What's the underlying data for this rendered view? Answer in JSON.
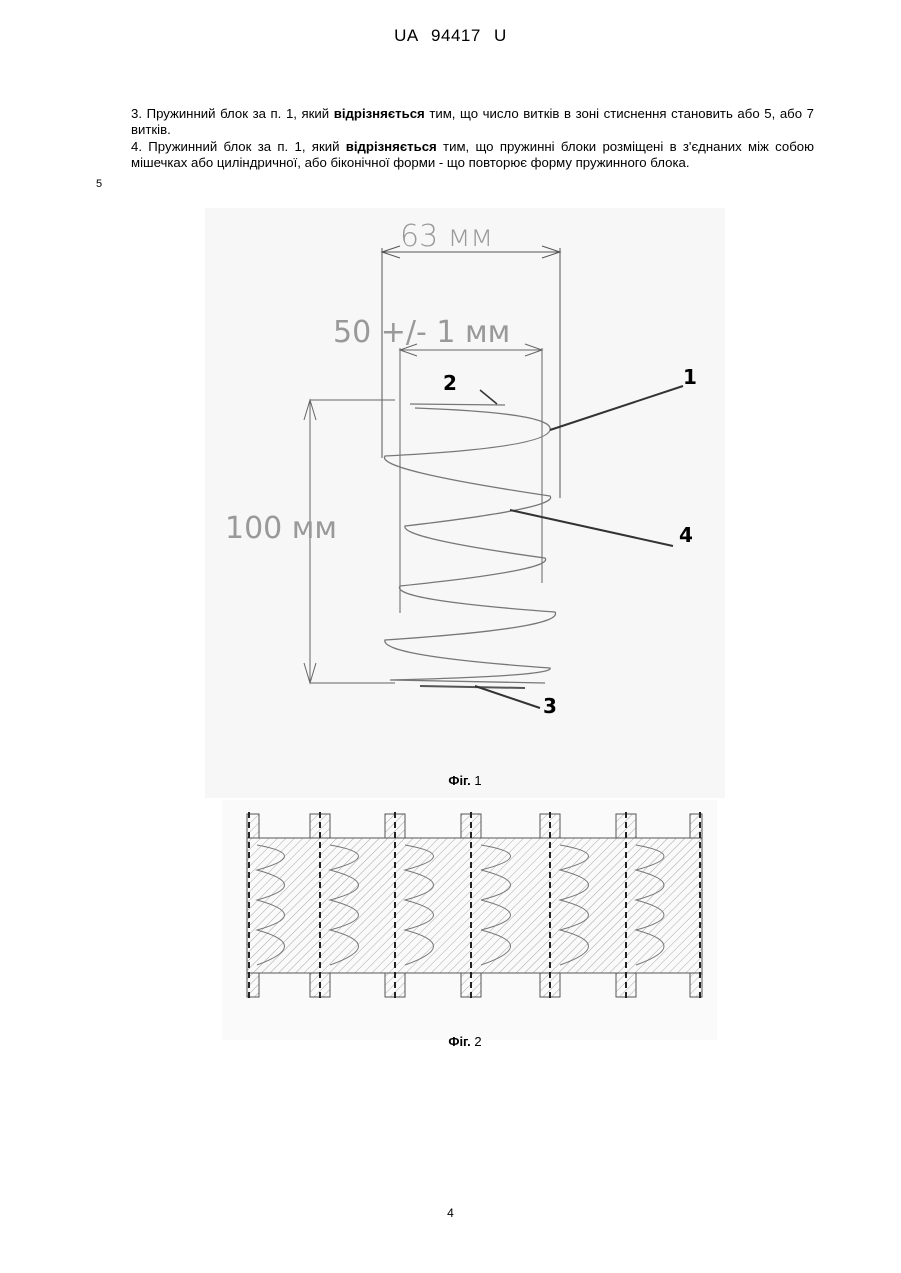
{
  "header": {
    "doc_number": "UA   94417   U"
  },
  "claims": [
    {
      "pre": "3. Пружинний блок за п. 1, який ",
      "bold": "відрізняється",
      "post": " тим, що число витків в зоні стиснення становить або 5, або 7 витків."
    },
    {
      "pre": "4. Пружинний блок за п. 1, який ",
      "bold": "відрізняється",
      "post": " тим, що пружинні блоки розміщені в з'єднаних між собою мішечках або циліндричної, або біконічної форми - що повторює форму пружинного блока."
    }
  ],
  "line_number": "5",
  "figure1": {
    "dim_outer": "63 мм",
    "dim_inner": "50 +/- 1 мм",
    "dim_height": "100 мм",
    "labels": [
      "1",
      "2",
      "3",
      "4"
    ],
    "caption_prefix": "Фіг.",
    "caption_num": "1"
  },
  "figure2": {
    "caption_prefix": "Фіг.",
    "caption_num": "2"
  },
  "page_number": "4"
}
